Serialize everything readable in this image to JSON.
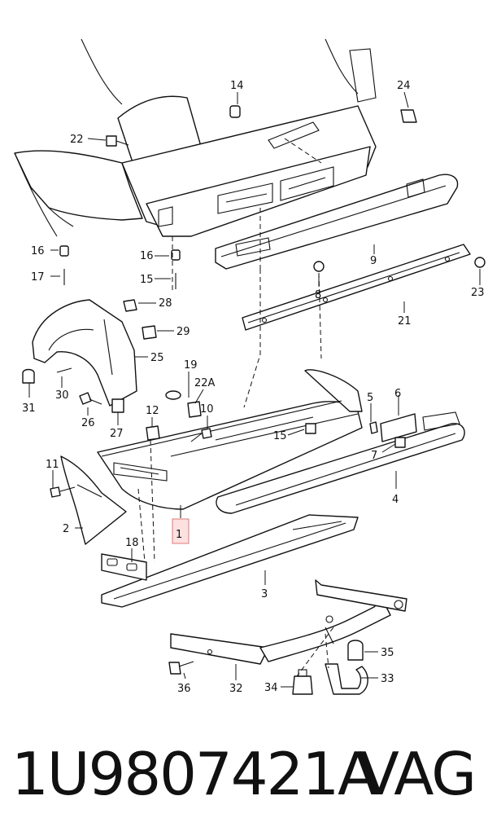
{
  "diagram": {
    "callouts": [
      {
        "id": "1",
        "text": "1",
        "highlight": true
      },
      {
        "id": "2",
        "text": "2"
      },
      {
        "id": "3",
        "text": "3"
      },
      {
        "id": "4",
        "text": "4"
      },
      {
        "id": "5",
        "text": "5"
      },
      {
        "id": "6",
        "text": "6"
      },
      {
        "id": "7",
        "text": "7"
      },
      {
        "id": "8",
        "text": "8"
      },
      {
        "id": "9",
        "text": "9"
      },
      {
        "id": "10",
        "text": "10"
      },
      {
        "id": "11",
        "text": "11"
      },
      {
        "id": "12",
        "text": "12"
      },
      {
        "id": "14",
        "text": "14"
      },
      {
        "id": "15a",
        "text": "15"
      },
      {
        "id": "15b",
        "text": "15"
      },
      {
        "id": "16a",
        "text": "16"
      },
      {
        "id": "16b",
        "text": "16"
      },
      {
        "id": "17",
        "text": "17"
      },
      {
        "id": "18",
        "text": "18"
      },
      {
        "id": "19",
        "text": "19"
      },
      {
        "id": "21",
        "text": "21"
      },
      {
        "id": "22",
        "text": "22"
      },
      {
        "id": "22A",
        "text": "22A"
      },
      {
        "id": "23",
        "text": "23"
      },
      {
        "id": "24",
        "text": "24"
      },
      {
        "id": "25",
        "text": "25"
      },
      {
        "id": "26",
        "text": "26"
      },
      {
        "id": "27",
        "text": "27"
      },
      {
        "id": "28",
        "text": "28"
      },
      {
        "id": "29",
        "text": "29"
      },
      {
        "id": "30",
        "text": "30"
      },
      {
        "id": "31",
        "text": "31"
      },
      {
        "id": "32",
        "text": "32"
      },
      {
        "id": "33",
        "text": "33"
      },
      {
        "id": "34",
        "text": "34"
      },
      {
        "id": "35",
        "text": "35"
      },
      {
        "id": "36",
        "text": "36"
      }
    ],
    "highlight_color": "#fde0e0"
  },
  "footer": {
    "part_number": "1U9807421A",
    "brand": "VAG"
  }
}
